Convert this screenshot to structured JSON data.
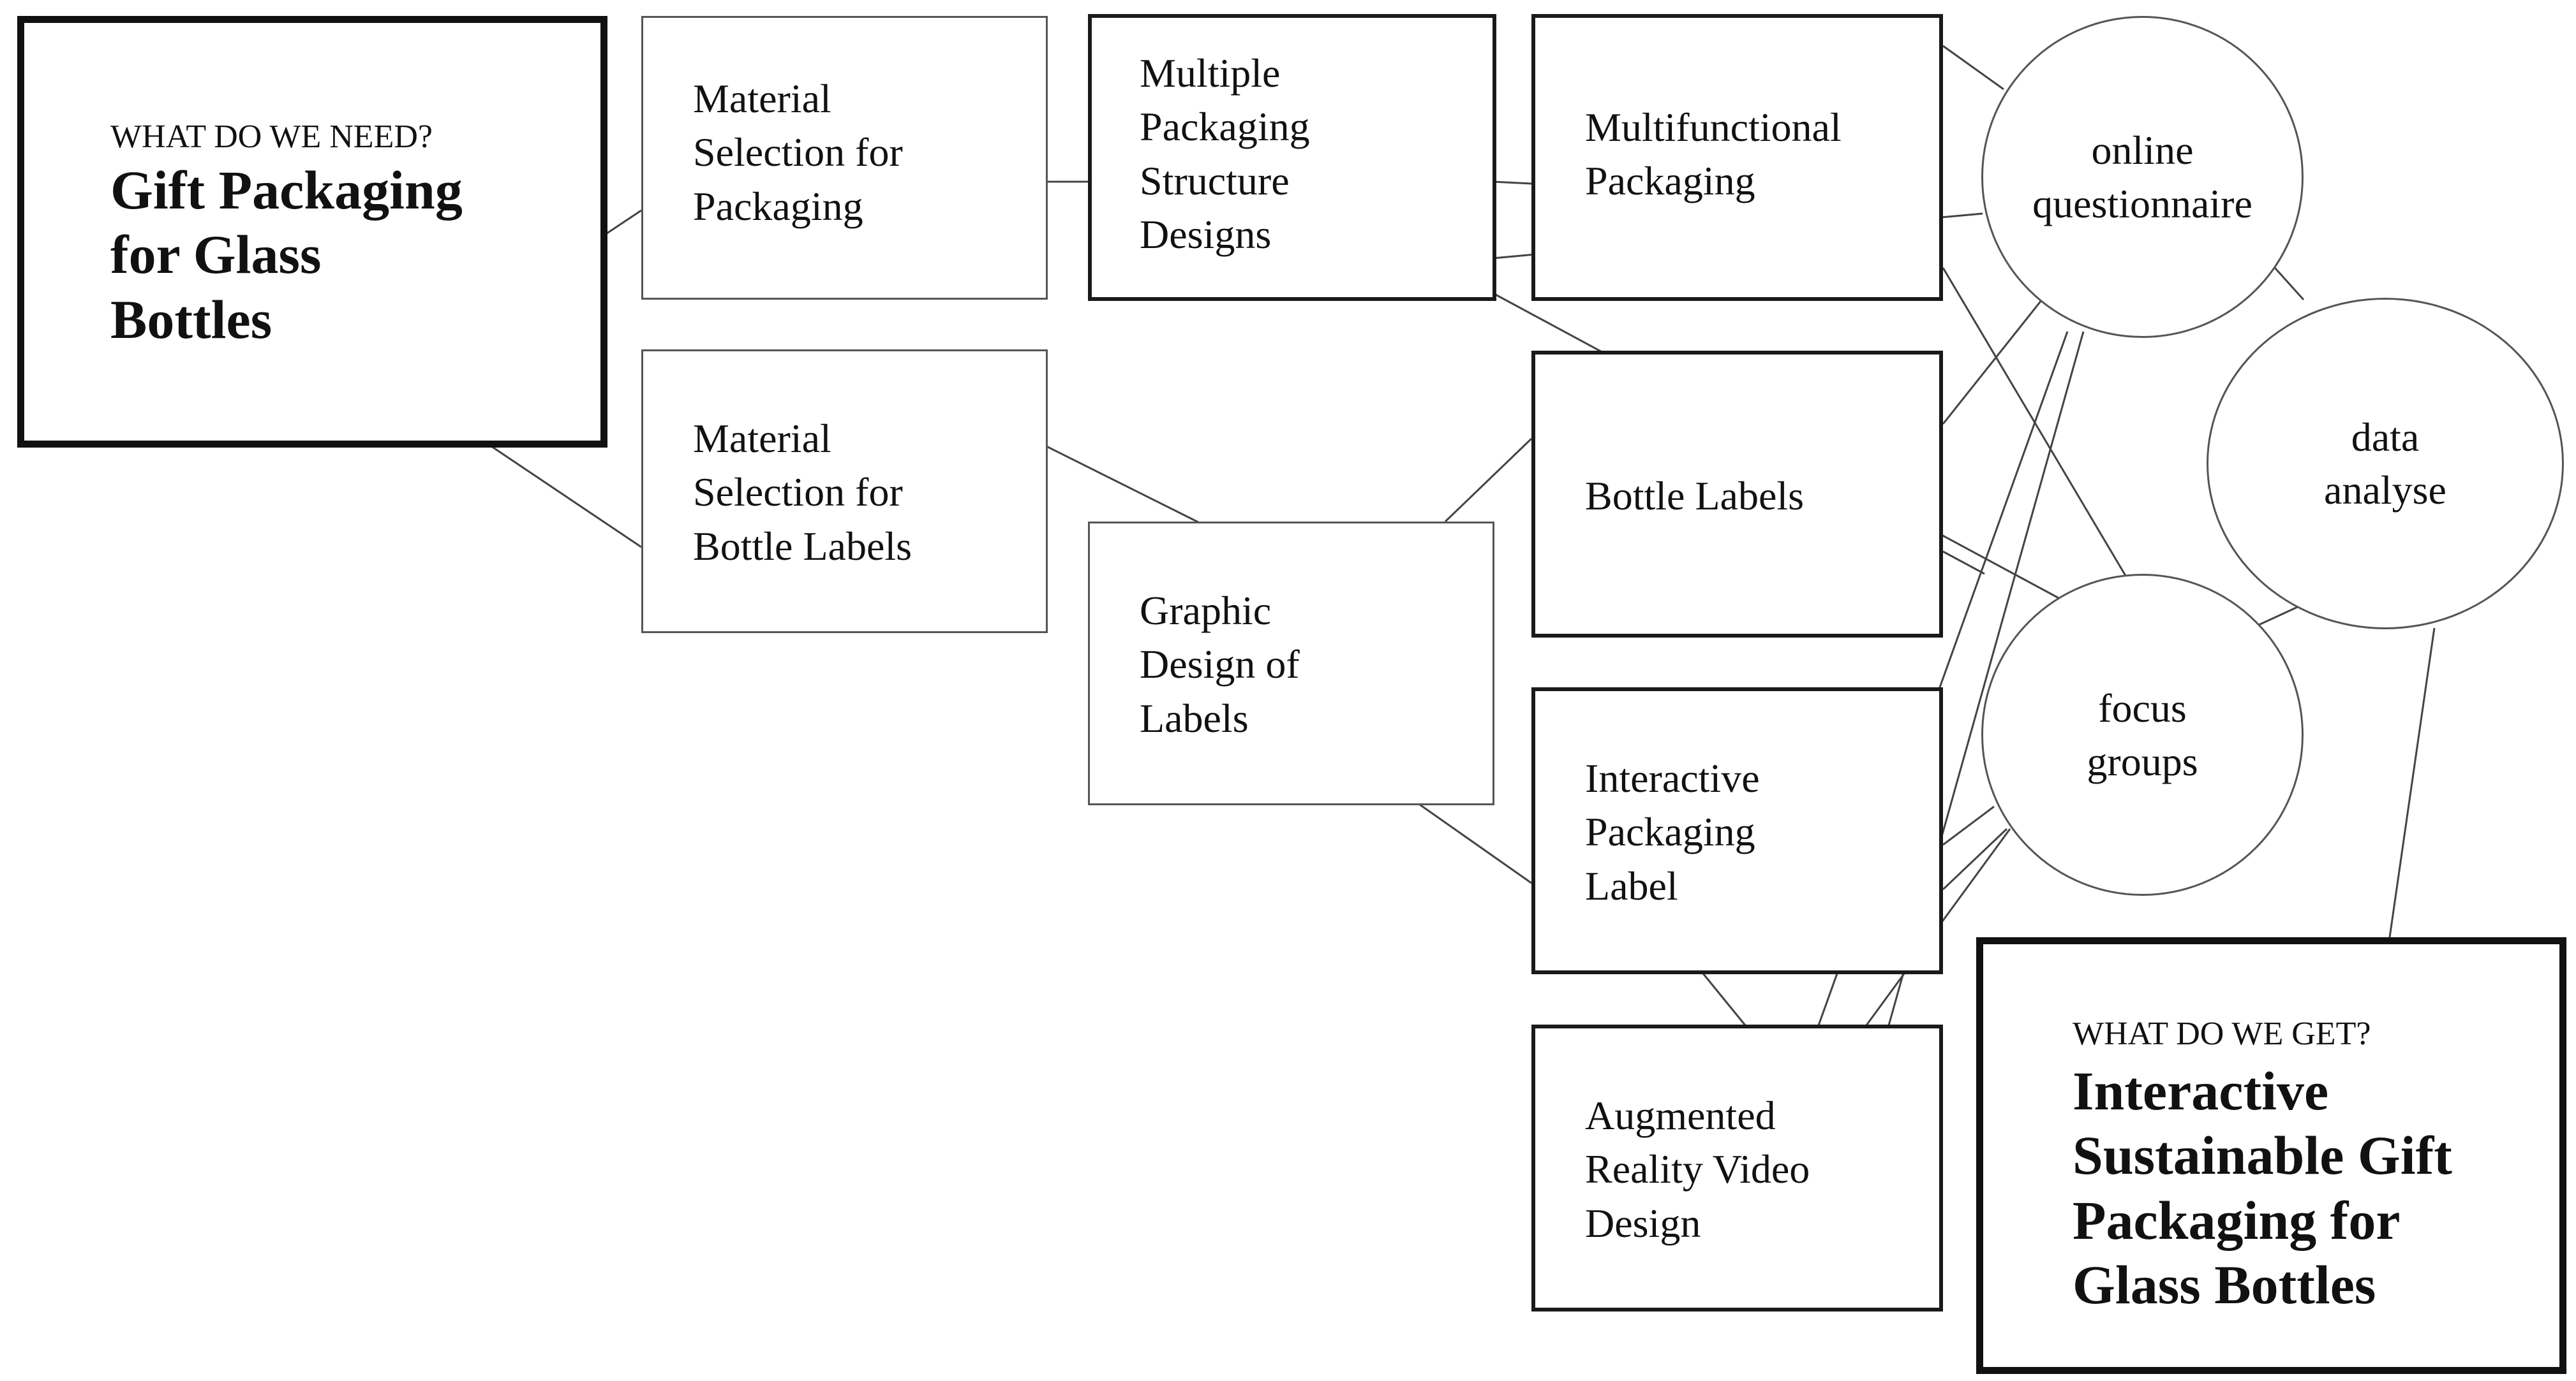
{
  "start": {
    "kicker": "WHAT DO WE NEED?",
    "title": "Gift Packaging\nfor Glass\nBottles"
  },
  "end": {
    "kicker": "WHAT DO WE GET?",
    "title": "Interactive\nSustainable Gift\nPackaging for\nGlass Bottles"
  },
  "boxes": {
    "material_packaging": "Material\nSelection for\nPackaging",
    "material_labels": "Material\nSelection for\nBottle Labels",
    "multiple_structure": "Multiple\nPackaging\nStructure\nDesigns",
    "graphic_design": "Graphic\nDesign of\nLabels",
    "multifunctional": "Multifunctional\nPackaging",
    "bottle_labels": "Bottle Labels",
    "interactive_label": "Interactive\nPackaging\nLabel",
    "ar_video": "Augmented\nReality Video\nDesign"
  },
  "circles": {
    "questionnaire": "online\nquestionnaire",
    "data_analyse": "data\nanalyse",
    "focus_groups": "focus\ngroups"
  }
}
